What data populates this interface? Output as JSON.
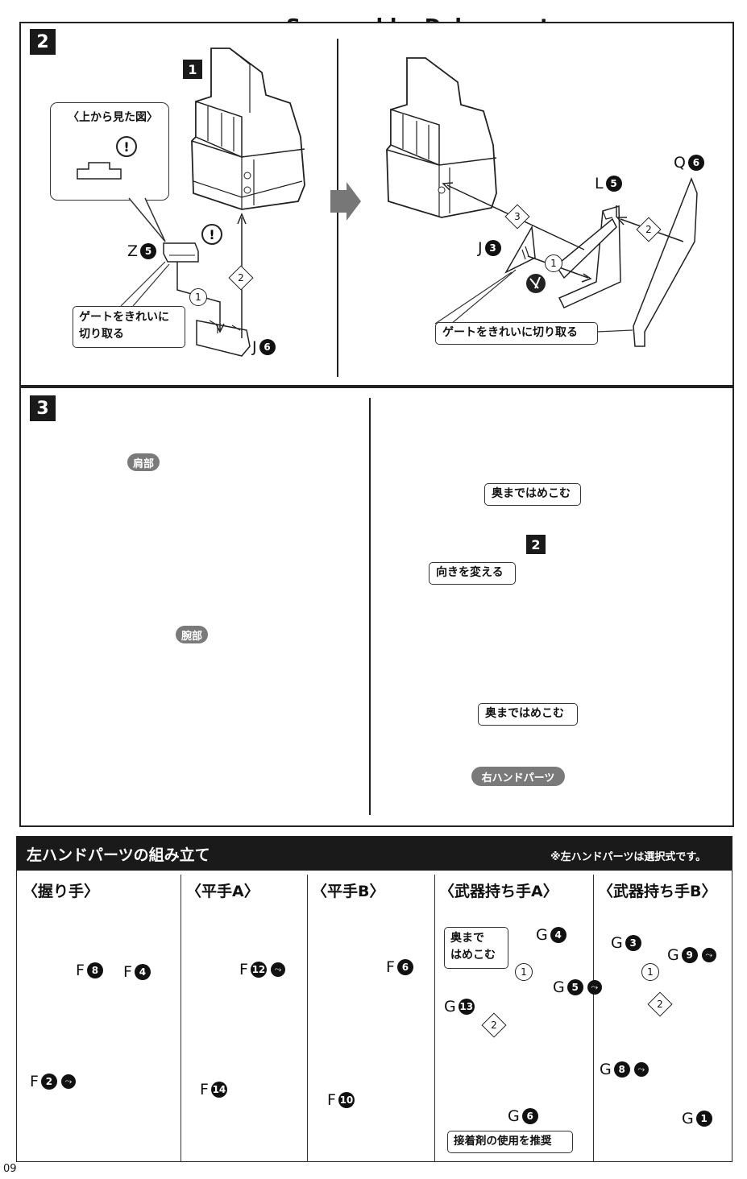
{
  "watermark": "Scanned by Dalong.net",
  "page_number": "09",
  "step2": {
    "number": "2",
    "sub_number": "1",
    "view_title": "〈上から見た図〉",
    "parts": {
      "z5": {
        "letter": "Z",
        "num": "5"
      },
      "j6": {
        "letter": "J",
        "num": "6"
      },
      "l5": {
        "letter": "L",
        "num": "5"
      },
      "q6": {
        "letter": "Q",
        "num": "6"
      },
      "j3": {
        "letter": "J",
        "num": "3"
      }
    },
    "gate_note_left": "ゲートをきれいに\n切り取る",
    "gate_note_right": "ゲートをきれいに切り取る",
    "order": [
      "1",
      "2",
      "3"
    ]
  },
  "step3": {
    "number": "3",
    "sub_number": "2",
    "shoulder": "肩部",
    "arm": "腕部",
    "push_in_top": "奥まではめこむ",
    "turn": "向きを変える",
    "push_in_bottom": "奥まではめこむ",
    "right_hand": "右ハンドパーツ"
  },
  "hand_section": {
    "title": "左ハンドパーツの組み立て",
    "note": "※左ハンドパーツは選択式です。",
    "cells": [
      {
        "title": "〈握り手〉",
        "parts": [
          [
            "F",
            "8"
          ],
          [
            "F",
            "4"
          ],
          [
            "F",
            "2"
          ]
        ]
      },
      {
        "title": "〈平手A〉",
        "parts": [
          [
            "F",
            "12"
          ],
          [
            "F",
            "14"
          ]
        ]
      },
      {
        "title": "〈平手B〉",
        "parts": [
          [
            "F",
            "6"
          ],
          [
            "F",
            "10"
          ]
        ]
      },
      {
        "title": "〈武器持ち手A〉",
        "parts": [
          [
            "G",
            "4"
          ],
          [
            "G",
            "5"
          ],
          [
            "G",
            "13"
          ],
          [
            "G",
            "6"
          ]
        ],
        "push_note": "奥まで\nはめこむ",
        "glue_note": "接着剤の使用を推奨"
      },
      {
        "title": "〈武器持ち手B〉",
        "parts": [
          [
            "G",
            "3"
          ],
          [
            "G",
            "9"
          ],
          [
            "G",
            "8"
          ],
          [
            "G",
            "1"
          ]
        ]
      }
    ]
  }
}
